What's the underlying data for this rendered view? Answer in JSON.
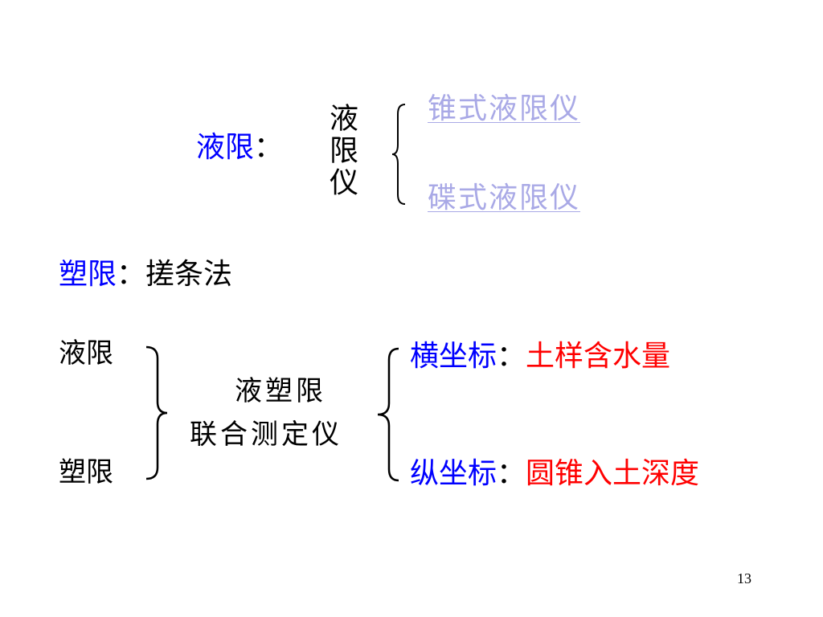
{
  "liquid_limit": {
    "label": "液限",
    "colon": "：",
    "device": "液限仪",
    "methods": [
      "锥式液限仪",
      "碟式液限仪"
    ]
  },
  "plastic_limit": {
    "label": "塑限",
    "colon": "：",
    "method": "搓条法"
  },
  "combined": {
    "left_items": [
      "液限",
      "塑限"
    ],
    "device_line1": "液塑限",
    "device_line2": "联合测定仪",
    "x_axis": {
      "label": "横坐标",
      "colon": "：",
      "value": "土样含水量"
    },
    "y_axis": {
      "label": "纵坐标",
      "colon": "：",
      "value": "圆锥入土深度"
    }
  },
  "page_number": "13",
  "colors": {
    "label_blue": "#0000ff",
    "value_red": "#ff0000",
    "link_lavender": "#a9a9e6",
    "text_black": "#000000"
  }
}
